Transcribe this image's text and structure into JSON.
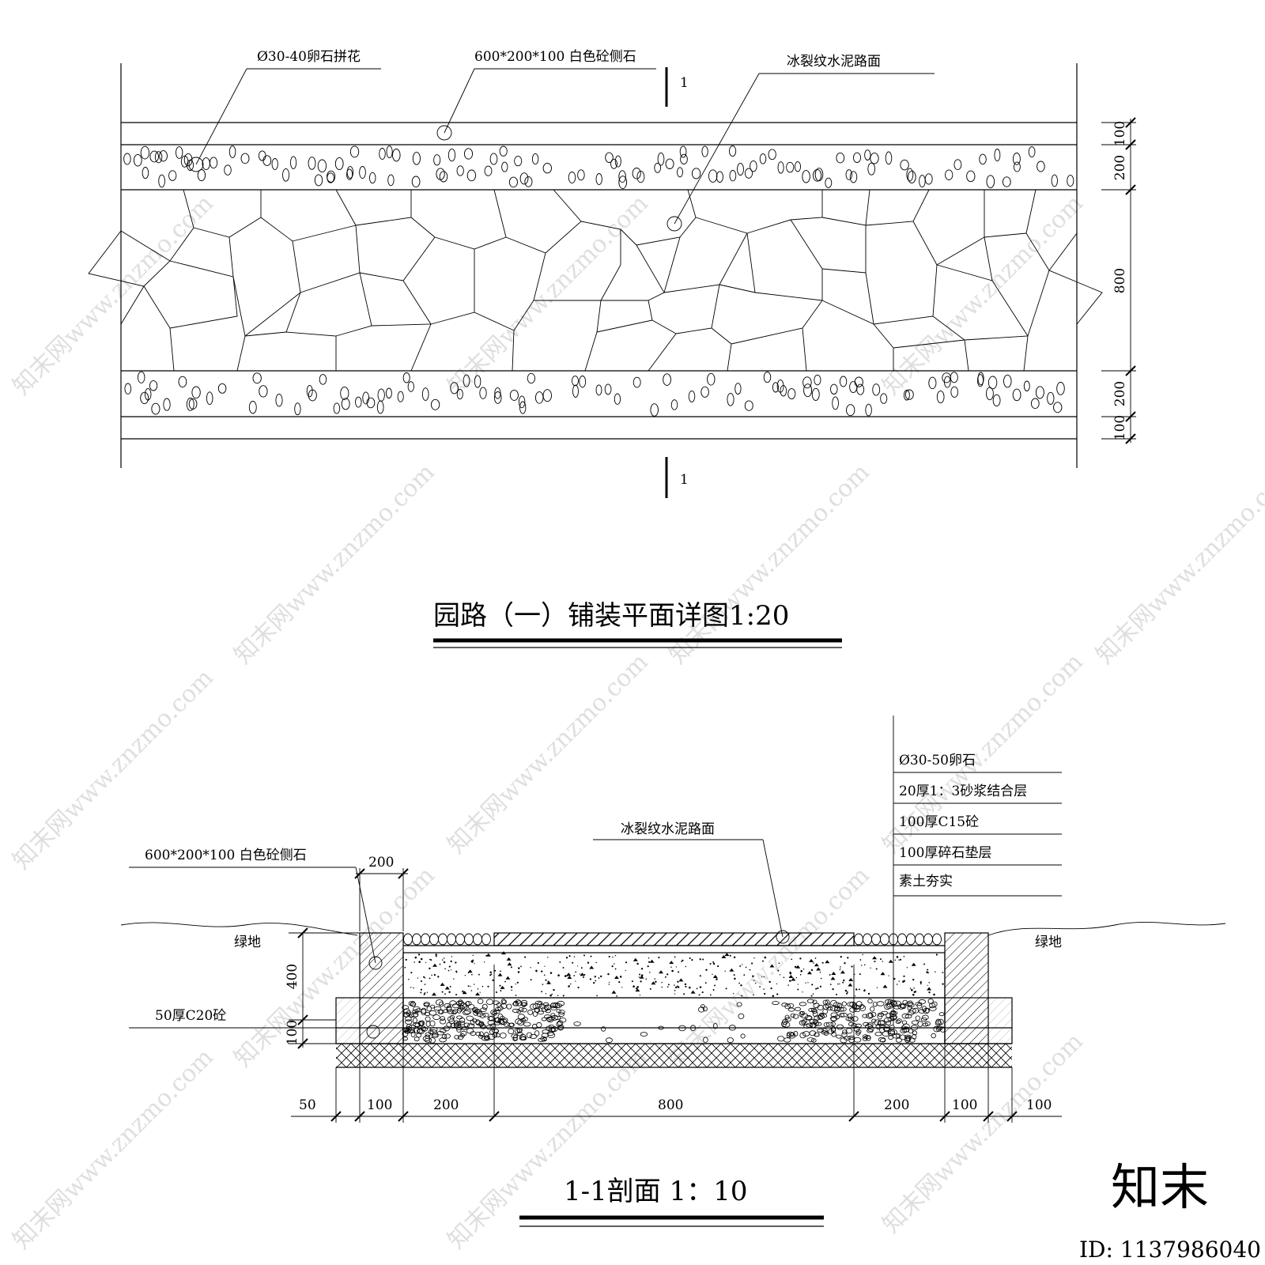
{
  "plan": {
    "title": "园路（一）铺装平面详图1:20",
    "callout_pebble": "Ø30-40卵石拼花",
    "callout_curb": "600*200*100   白色砼侧石",
    "callout_paving": "冰裂纹水泥路面",
    "section_mark": "1",
    "dims_right": [
      "100",
      "200",
      "800",
      "200",
      "100"
    ]
  },
  "section": {
    "title": "1-1剖面   1：10",
    "layers": [
      "Ø30-50卵石",
      "20厚1：3砂浆结合层",
      "100厚C15砼",
      "100厚碎石垫层",
      "素土夯实"
    ],
    "callout_paving": "冰裂纹水泥路面",
    "callout_curb": "600*200*100   白色砼侧石",
    "callout_base": "50厚C20砼",
    "greenland_left": "绿地",
    "greenland_right": "绿地",
    "dim_top": "200",
    "dim_height": "400",
    "dim_base": "100",
    "dims_bottom": [
      "50",
      "100",
      "200",
      "800",
      "200",
      "100",
      "100"
    ]
  },
  "watermark": {
    "text": "知末网www.znzmo.com",
    "logo": "知末",
    "id": "ID: 1137986040"
  }
}
